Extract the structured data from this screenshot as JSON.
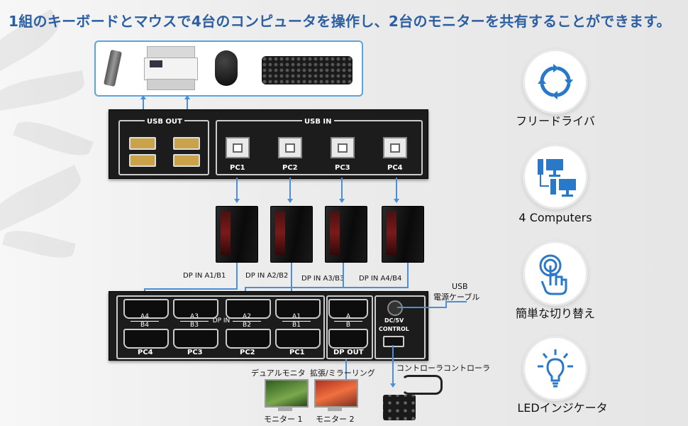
{
  "headline": "1組のキーボードとマウスで4台のコンピュータを操作し、2台のモニターを共有することができます。",
  "usb_panel": {
    "usb_out_label": "USB OUT",
    "usb_in_label": "USB IN",
    "ports": [
      "PC1",
      "PC2",
      "PC3",
      "PC4"
    ]
  },
  "dp_labels": [
    "DP IN A1/B1",
    "DP IN A2/B2",
    "DP IN A3/B3",
    "DP IN A4/B4"
  ],
  "dp_panel": {
    "ports": [
      {
        "a": "A4",
        "b": "B4"
      },
      {
        "a": "A3",
        "b": "B3"
      },
      {
        "a": "A2",
        "b": "B2"
      },
      {
        "a": "A1",
        "b": "B1"
      }
    ],
    "dp_in_label": "DP IN",
    "pc_labels": [
      "PC4",
      "PC3",
      "PC2",
      "PC1"
    ],
    "out_a": "A",
    "out_b": "B",
    "dp_out_label": "DP OUT",
    "power_label": "DC/5V",
    "control_label": "CONTROL"
  },
  "usb_power_label_1": "USB",
  "usb_power_label_2": "電源ケーブル",
  "controller_label": "コントローラコントローラ",
  "monitor_modes": {
    "dual": "デュアルモニタ",
    "mirror": "拡張/ミラーリング"
  },
  "monitor_names": [
    "モニター 1",
    "モニター 2"
  ],
  "features": [
    {
      "icon": "refresh-arrows-icon",
      "label": "フリードライバ"
    },
    {
      "icon": "computers-icon",
      "label": "4 Computers"
    },
    {
      "icon": "touch-hand-icon",
      "label": "簡単な切り替え"
    },
    {
      "icon": "lightbulb-icon",
      "label": "LEDインジケータ"
    }
  ],
  "colors": {
    "accent": "#2b5fa2",
    "connector": "#4a8fd8"
  }
}
